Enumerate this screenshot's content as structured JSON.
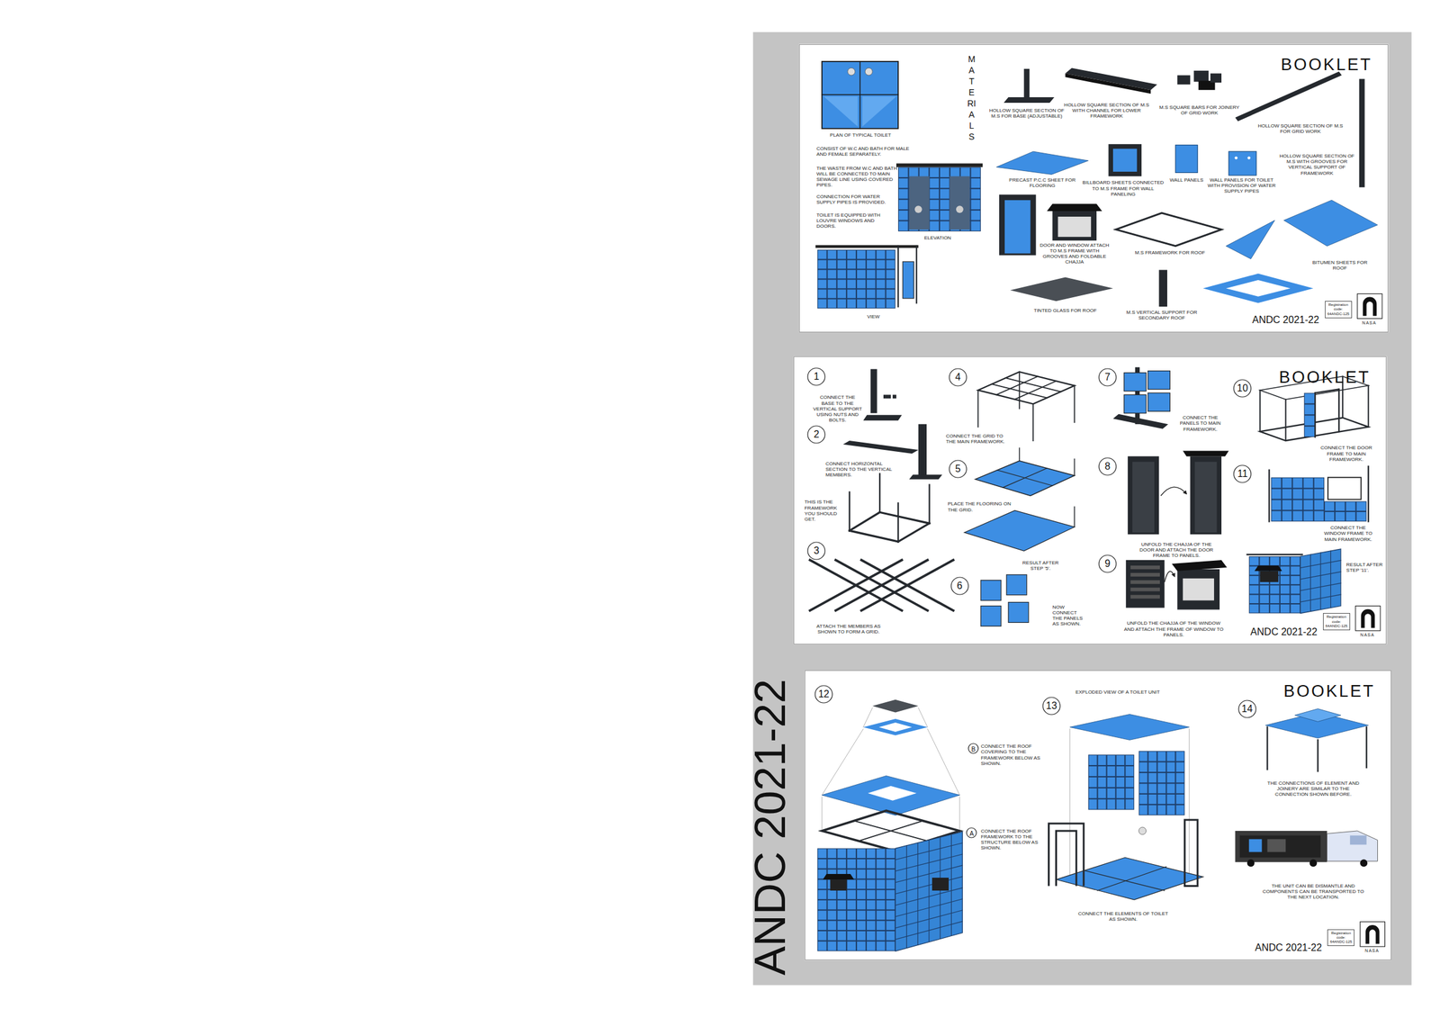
{
  "diagram": {
    "title": "ANDC 2021-22",
    "nodes": [
      {
        "text": [
          "BOOKLET",
          "ANDC 2021-22"
        ]
      },
      {
        "text": [
          "Registration code:",
          "64ANDC-125"
        ],
        "in": 0
      },
      {
        "text": [
          "BOOKLET",
          "ANDC 2021-22"
        ]
      },
      {
        "text": [
          "1"
        ],
        "in": 2
      },
      {
        "text": [
          "2"
        ],
        "in": 2
      },
      {
        "text": [
          "3"
        ],
        "in": 2
      },
      {
        "text": [
          "4"
        ],
        "in": 2
      },
      {
        "text": [
          "5"
        ],
        "in": 2
      },
      {
        "text": [
          "6"
        ],
        "in": 2
      },
      {
        "text": [
          "7"
        ],
        "in": 2
      },
      {
        "text": [
          "8"
        ],
        "in": 2
      },
      {
        "text": [
          "9"
        ],
        "in": 2
      },
      {
        "text": [
          "10"
        ],
        "in": 2
      },
      {
        "text": [
          "11"
        ],
        "in": 2
      },
      {
        "text": [
          "Registration code:",
          "64ANDC-125"
        ],
        "in": 2
      },
      {
        "text": [
          "BOOKLET",
          "ANDC 2021-22"
        ]
      },
      {
        "text": [
          "12"
        ],
        "in": 15
      },
      {
        "text": [
          "B"
        ],
        "in": 15
      },
      {
        "text": [
          "A"
        ],
        "in": 15
      },
      {
        "text": [
          "13"
        ],
        "in": 15
      },
      {
        "text": [
          "14"
        ],
        "in": 15
      },
      {
        "text": [
          "Registration code:",
          "64ANDC-125"
        ],
        "in": 15
      }
    ],
    "labels": [
      "PLAN OF TYPICAL TOILET",
      "CONSIST OF W.C AND BATH FOR MALE AND FEMALE SEPARATELY.",
      "THE WASTE FROM W.C AND BATH WILL BE CONNECTED TO MAIN SEWAGE LINE USING COVERED PIPES.",
      "CONNECTION FOR WATER SUPPLY PIPES IS PROVIDED.",
      "TOILET IS EQUIPPED WITH LOUVRE WINDOWS AND DOORS.",
      "ELEVATION",
      "VIEW",
      "MATERIALS",
      "HOLLOW SQUARE SECTION OF M.S FOR BASE (ADJUSTABLE)",
      "HOLLOW SQUARE SECTION OF M.S WITH CHANNEL FOR LOWER FRAMEWORK",
      "M.S SQUARE BARS FOR JOINERY OF GRID WORK",
      "HOLLOW SQUARE SECTION OF M.S FOR GRID WORK",
      "HOLLOW SQUARE SECTION OF M.S WITH GROOVES FOR VERTICAL SUPPORT OF FRAMEWORK",
      "PRECAST P.C.C SHEET FOR FLOORING",
      "BILLBOARD SHEETS CONNECTED TO M.S FRAME FOR WALL PANELING",
      "WALL PANELS",
      "WALL PANELS FOR TOILET WITH PROVISION OF WATER SUPPLY PIPES",
      "DOOR AND WINDOW ATTACH TO M.S FRAME WITH GROOVES AND FOLDABLE CHAJJA",
      "M.S FRAMEWORK FOR ROOF",
      "BITUMEN SHEETS FOR ROOF",
      "TINTED GLASS FOR ROOF",
      "M.S VERTICAL SUPPORT FOR SECONDARY ROOF",
      "NASA",
      "CONNECT THE BASE TO THE VERTICAL SUPPORT USING NUTS AND BOLTS.",
      "CONNECT HORIZONTAL SECTION TO THE VERTICAL MEMBERS.",
      "THIS IS THE FRAMEWORK YOU SHOULD GET.",
      "ATTACH THE MEMBERS AS SHOWN TO FORM A GRID.",
      "CONNECT THE GRID TO THE MAIN FRAMEWORK.",
      "PLACE THE FLOORING ON THE GRID.",
      "RESULT AFTER STEP '5'.",
      "NOW CONNECT THE PANELS AS SHOWN.",
      "CONNECT THE PANELS TO MAIN FRAMEWORK.",
      "UNFOLD THE CHAJJA OF THE DOOR AND ATTACH THE DOOR FRAME TO PANELS.",
      "UNFOLD THE CHAJJA OF THE WINDOW AND ATTACH THE FRAME OF WINDOW TO PANELS.",
      "CONNECT THE DOOR FRAME TO MAIN FRAMEWORK.",
      "CONNECT THE WINDOW FRAME TO MAIN FRAMEWORK.",
      "RESULT AFTER STEP '11'.",
      "NASA",
      "EXPLODED VIEW OF A TOILET UNIT",
      "CONNECT THE ROOF COVERING TO THE FRAMEWORK BELOW AS SHOWN.",
      "CONNECT THE ROOF FRAMEWORK TO THE STRUCTURE BELOW AS SHOWN.",
      "CONNECT THE ELEMENTS OF TOILET AS SHOWN.",
      "THE CONNECTIONS OF ELEMENT AND JOINERY ARE SIMILAR TO THE CONNECTION SHOWN BEFORE.",
      "THE UNIT CAN BE DISMANTLE AND COMPONENTS CAN BE TRANSPORTED TO THE NEXT LOCATION.",
      "NASA"
    ]
  }
}
